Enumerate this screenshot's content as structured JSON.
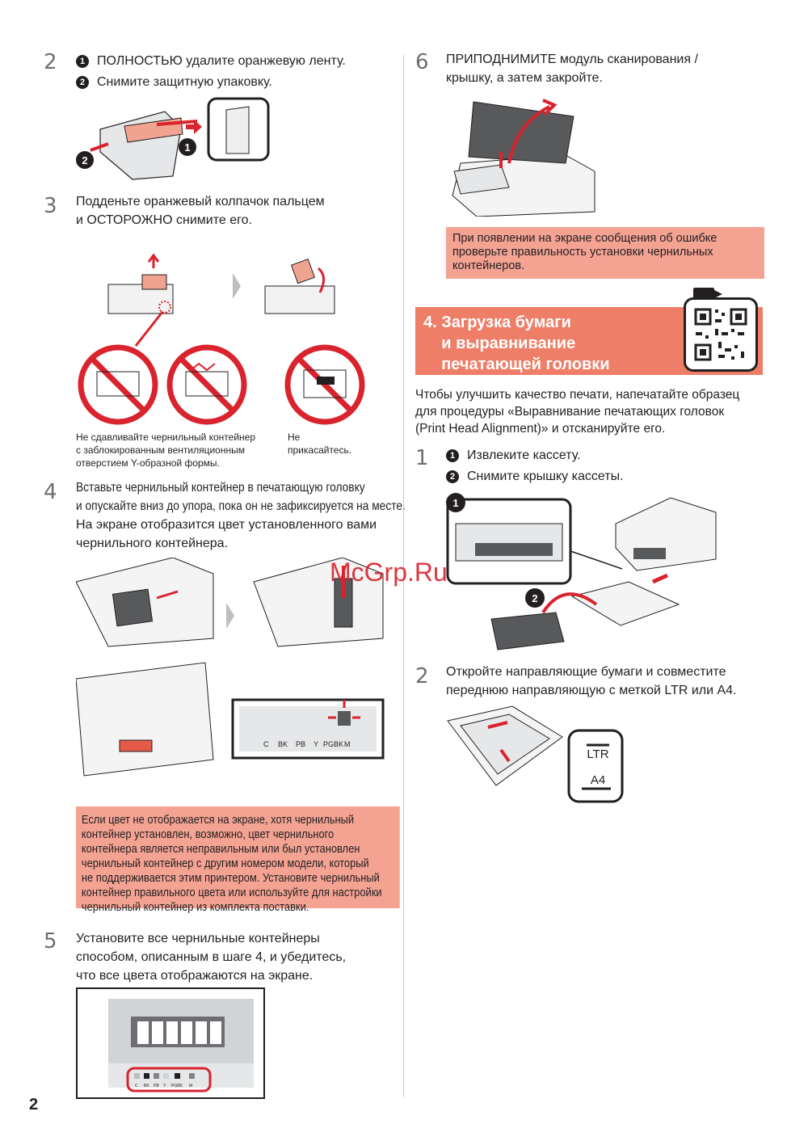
{
  "page_number": "2",
  "watermark": "McGrp.Ru",
  "steps": {
    "s2": {
      "num": "2",
      "items": [
        {
          "badge": "1",
          "text": "ПОЛНОСТЬЮ удалите оранжевую ленту."
        },
        {
          "badge": "2",
          "text": "Снимите защитную упаковку."
        }
      ]
    },
    "s3": {
      "num": "3",
      "lines": [
        "Подденьте оранжевый колпачок пальцем",
        "и ОСТОРОЖНО снимите его."
      ],
      "caption_left": [
        "Не сдавливайте чернильный контейнер",
        "с заблокированным вентиляционным",
        "отверстием Y-образной формы."
      ],
      "caption_right": [
        "Не",
        "прикасайтесь."
      ]
    },
    "s4": {
      "num": "4",
      "lines_condensed": [
        "Вставьте чернильный контейнер в печатающую головку",
        "и опускайте вниз до упора, пока он не зафиксируется на месте."
      ],
      "lines": [
        "На экране отобразится цвет установленного вами",
        "чернильного контейнера."
      ],
      "screen_labels": [
        "C",
        "BK",
        "PB",
        "Y",
        "PGBK",
        "M"
      ],
      "note": [
        "Если цвет не отображается на экране, хотя чернильный",
        "контейнер установлен, возможно, цвет чернильного",
        "контейнера является неправильным или был установлен",
        "чернильный контейнер с другим номером модели, который",
        "не поддерживается этим принтером. Установите чернильный",
        "контейнер правильного цвета или используйте для настройки",
        "чернильный контейнер из комплекта поставки."
      ]
    },
    "s5": {
      "num": "5",
      "lines": [
        "Установите все чернильные контейнеры",
        "способом, описанным в шаге 4, и убедитесь,",
        "что все цвета отображаются на экране."
      ],
      "screen_labels": [
        "C",
        "BK",
        "PB",
        "Y",
        "PGBK",
        "M"
      ]
    },
    "s6": {
      "num": "6",
      "lines": [
        "ПРИПОДНИМИТЕ модуль сканирования /",
        "крышку, а затем закройте."
      ],
      "note": [
        "При появлении на экране сообщения об ошибке",
        "проверьте правильность установки чернильных",
        "контейнеров."
      ]
    }
  },
  "section4": {
    "title_lines": [
      "4. Загрузка бумаги",
      "    и выравнивание",
      "    печатающей головки"
    ],
    "intro": [
      "Чтобы улучшить качество печати, напечатайте образец",
      "для процедуры «Выравнивание печатающих головок",
      "(Print Head Alignment)» и отсканируйте его."
    ],
    "step1": {
      "num": "1",
      "items": [
        {
          "badge": "1",
          "text": "Извлеките кассету."
        },
        {
          "badge": "2",
          "text": "Снимите крышку кассеты."
        }
      ]
    },
    "step2": {
      "num": "2",
      "lines": [
        "Откройте направляющие бумаги и совместите",
        "переднюю направляющую с меткой LTR или A4."
      ],
      "mark_ltr": "LTR",
      "mark_a4": "A4"
    }
  },
  "colors": {
    "accent": "#ee7e67",
    "note_bg": "#f4a393",
    "warning_red": "#d9232d",
    "text": "#231f20"
  },
  "icons": [
    "video-camera-icon",
    "qr-code-icon",
    "prohibited-icon"
  ]
}
